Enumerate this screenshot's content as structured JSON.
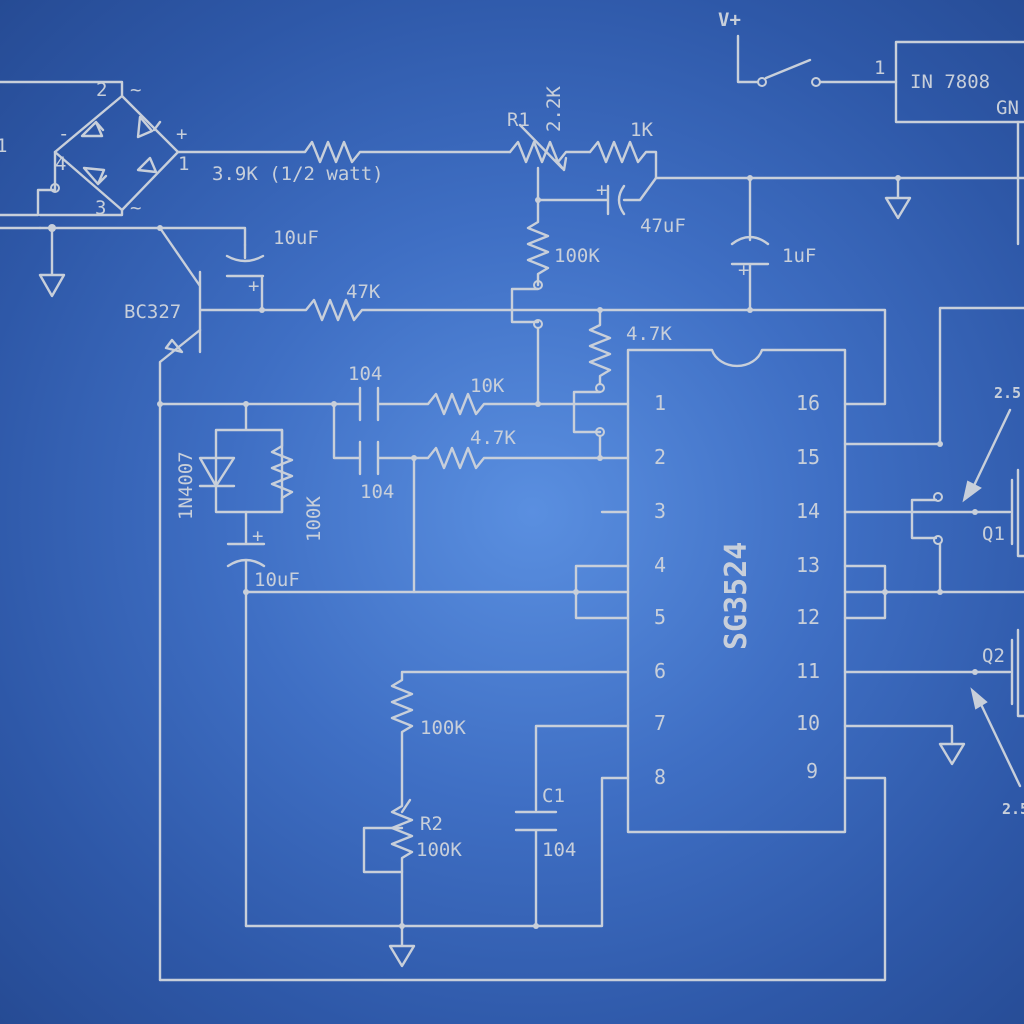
{
  "labels": {
    "bridge_plus": "+",
    "bridge_minus": "-",
    "bridge_tilde": "~",
    "bridge_pin1": "1",
    "bridge_pin2": "2",
    "bridge_pin3": "3",
    "bridge_pin4": "4",
    "left_cut": "1",
    "r_39k": "3.9K (1/2 watt)",
    "r1_name": "R1",
    "r1_value": "2.2K",
    "r_1k": "1K",
    "c_47uf": "47uF",
    "c_1uf": "1uF",
    "c_10uf_top": "10uF",
    "r_100k_top": "100K",
    "transistor_bc327": "BC327",
    "r_47k": "47K",
    "r_47k_b": "4.7K",
    "c_104_top": "104",
    "r_10k": "10K",
    "c_104_bottom": "104",
    "r_47k_c": "4.7K",
    "diode_1n4007": "1N4007",
    "r_100k_diode": "100K",
    "c_10uf_bottom": "10uF",
    "r_100k_mid": "100K",
    "r2_name": "R2",
    "r2_value": "100K",
    "c1_name": "C1",
    "c1_value": "104",
    "ic_name": "SG3524",
    "vplus": "V+",
    "switch_pin": "1",
    "regulator": "IN  7808",
    "regulator_gnd": "GN",
    "q1": "Q1",
    "q2": "Q2",
    "cut_top": "2.5",
    "cut_bottom": "2.5",
    "polarity": "+"
  },
  "ic_pins_left": [
    "1",
    "2",
    "3",
    "4",
    "5",
    "6",
    "7",
    "8"
  ],
  "ic_pins_right": [
    "16",
    "15",
    "14",
    "13",
    "12",
    "11",
    "10",
    "9"
  ]
}
